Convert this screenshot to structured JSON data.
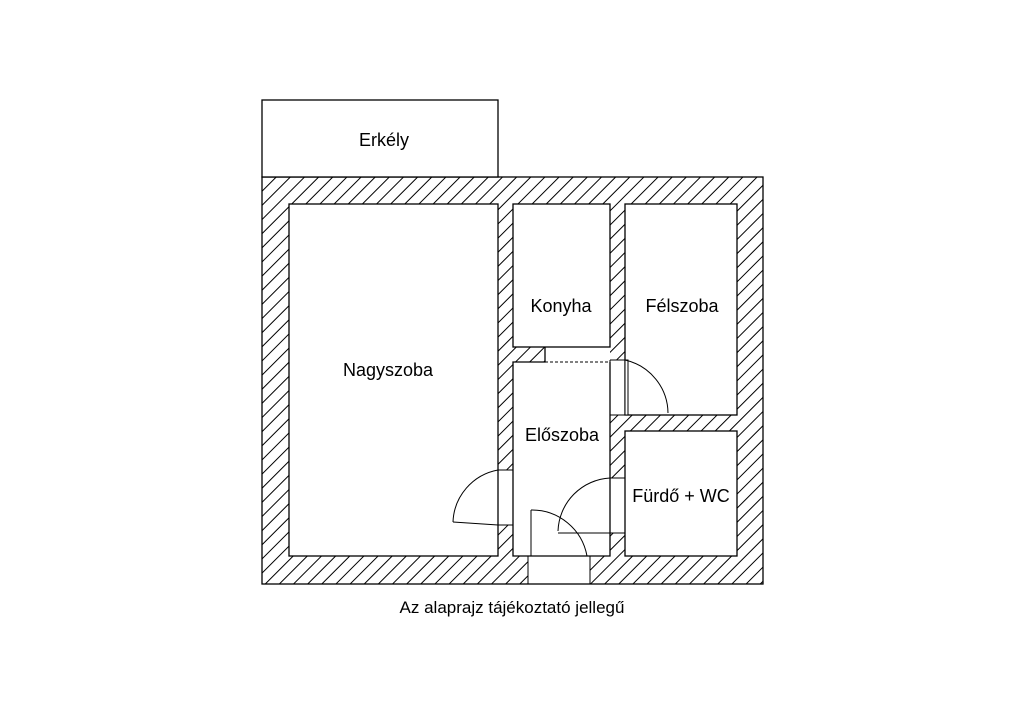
{
  "balcony": {
    "label": "Erkély"
  },
  "rooms": {
    "nagyszoba": "Nagyszoba",
    "konyha": "Konyha",
    "felszoba": "Félszoba",
    "eloszoba": "Előszoba",
    "furdo": "Fürdő + WC"
  },
  "caption": "Az alaprajz tájékoztató jellegű",
  "colors": {
    "line": "#000000",
    "background": "#ffffff"
  }
}
